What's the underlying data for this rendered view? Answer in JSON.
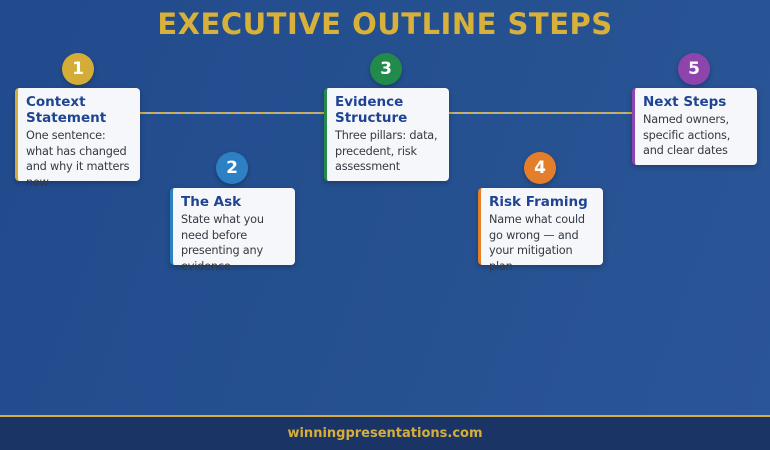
{
  "header": {
    "title": "EXECUTIVE OUTLINE STEPS"
  },
  "timeline": {
    "line_color": "#d6ae3c",
    "style": "dashed"
  },
  "steps": [
    {
      "number": "1",
      "title": "Context Statement",
      "description": "One sentence: what has changed and why it matters now",
      "color": "#d4ac38"
    },
    {
      "number": "2",
      "title": "The Ask",
      "description": "State what you need before presenting any evidence",
      "color": "#2e80c4"
    },
    {
      "number": "3",
      "title": "Evidence Structure",
      "description": "Three pillars: data, precedent, risk assessment",
      "color": "#228a4a"
    },
    {
      "number": "4",
      "title": "Risk Framing",
      "description": "Name what could go wrong — and your mitigation plan",
      "color": "#e47e2a"
    },
    {
      "number": "5",
      "title": "Next Steps",
      "description": "Named owners, specific actions, and clear dates",
      "color": "#8e44ad"
    }
  ],
  "footer": {
    "text": "winningpresentations.com"
  },
  "colors": {
    "background": "#25508f",
    "accent": "#d8b13a",
    "card_title": "#1f4494",
    "footer_bg": "#1a3466"
  }
}
